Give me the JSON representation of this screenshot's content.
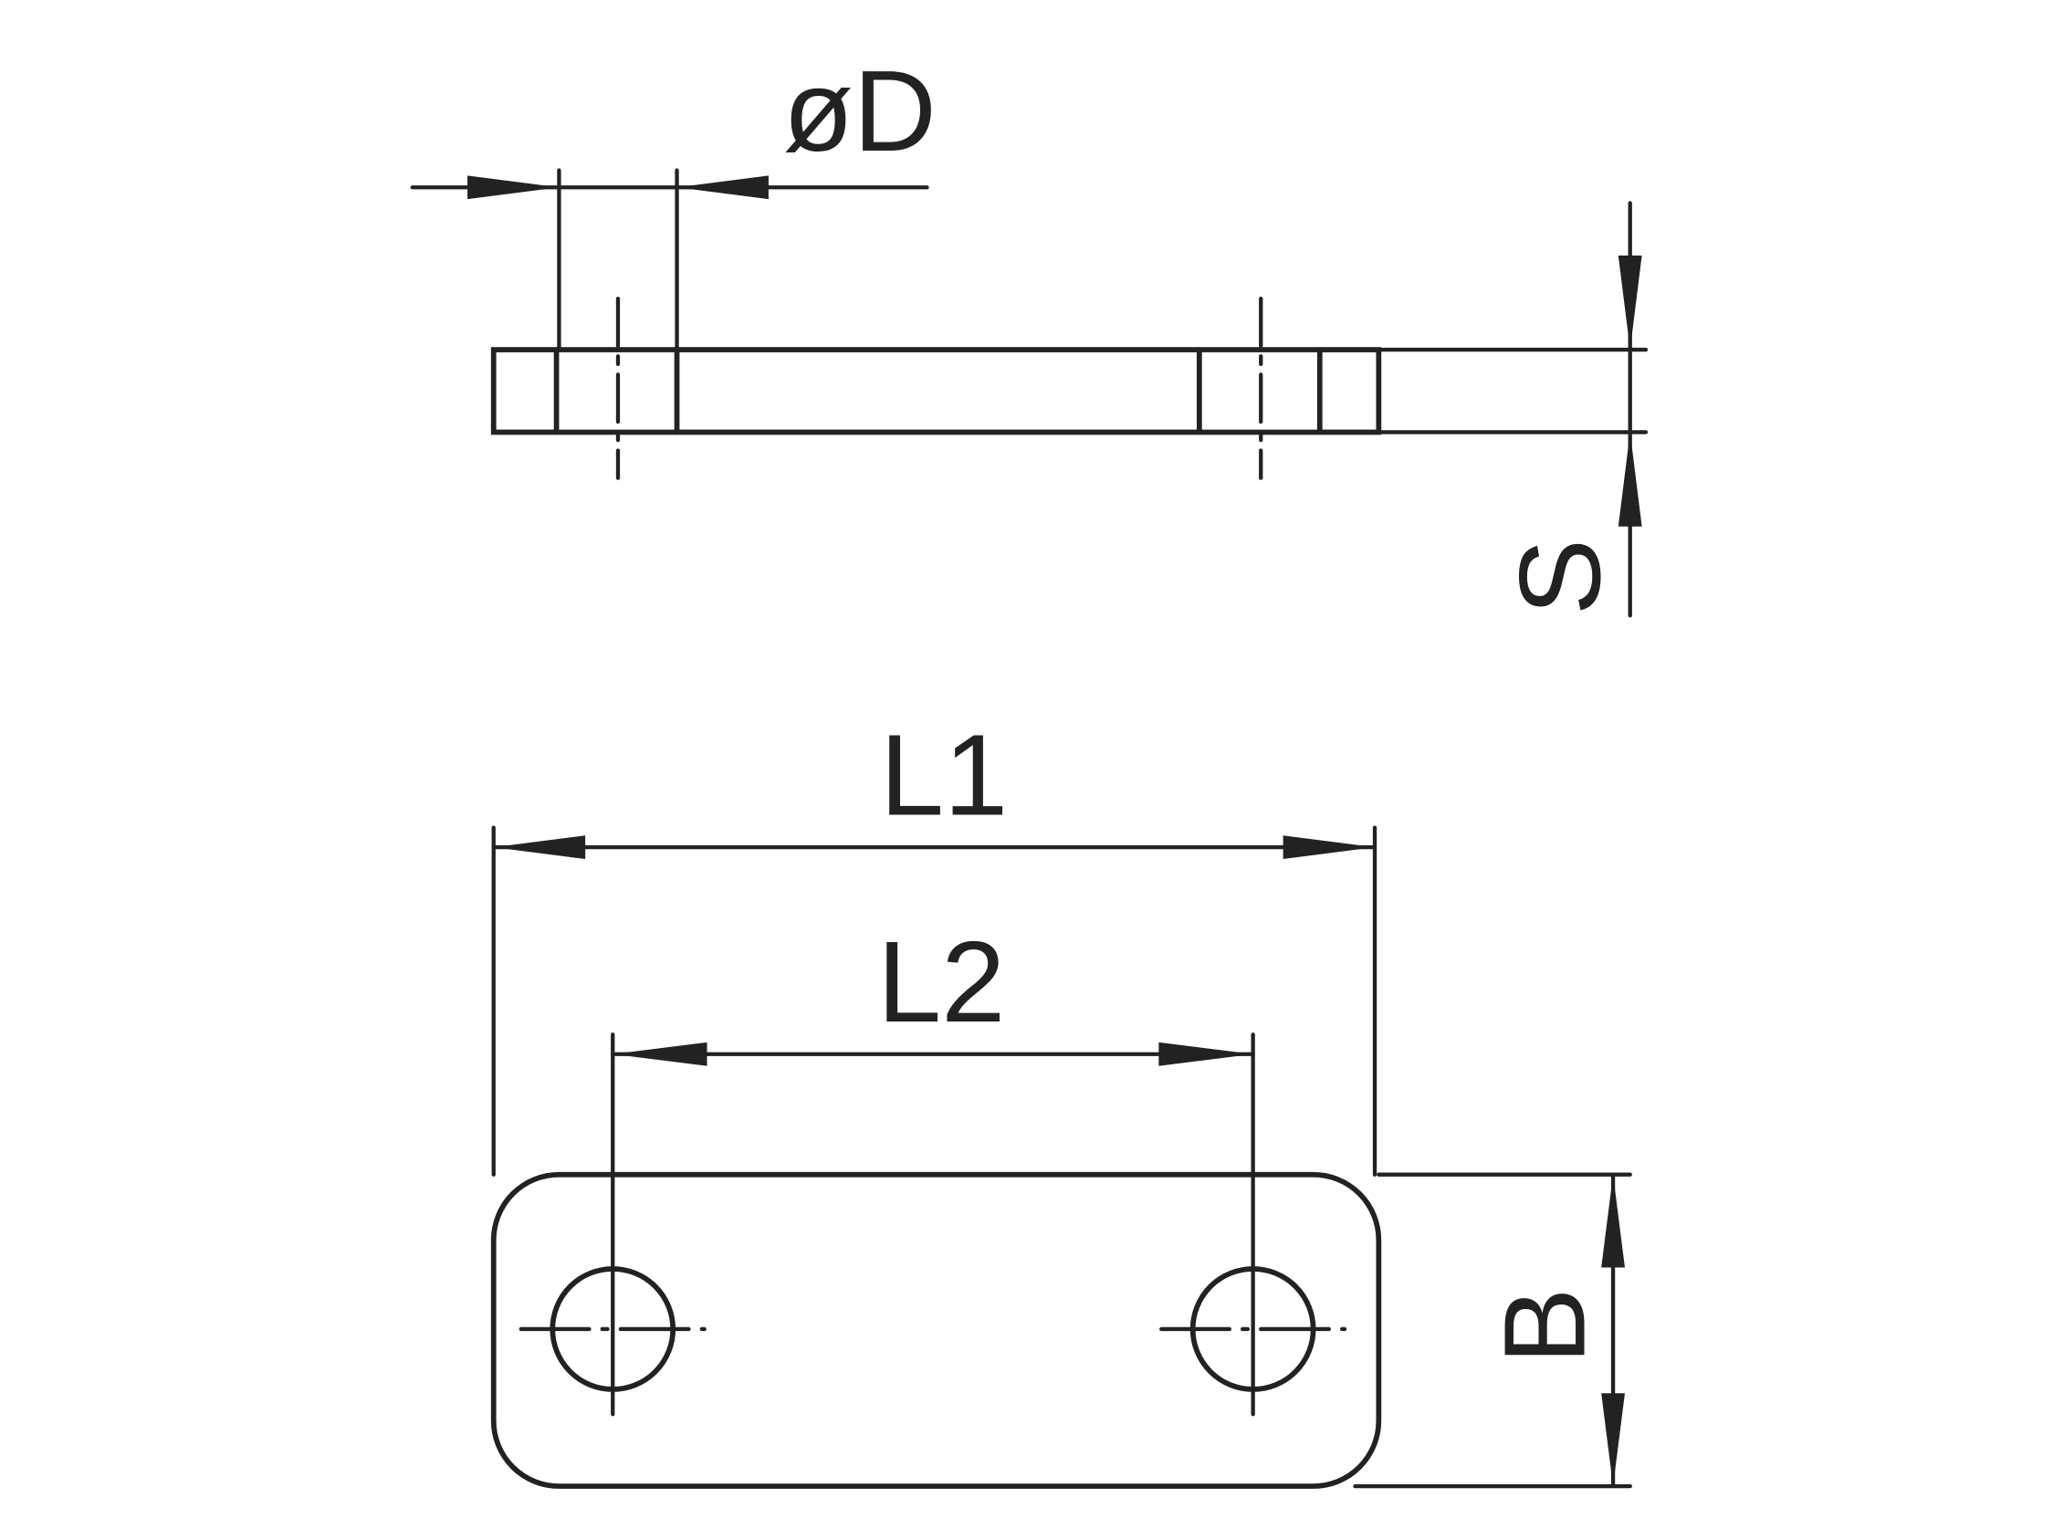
{
  "colors": {
    "plate_fill": "#e1e1e1",
    "line": "#222222",
    "background": "#ffffff"
  },
  "labels": {
    "diameter": "øD",
    "thickness": "S",
    "length_overall": "L1",
    "hole_spacing": "L2",
    "width": "B"
  }
}
